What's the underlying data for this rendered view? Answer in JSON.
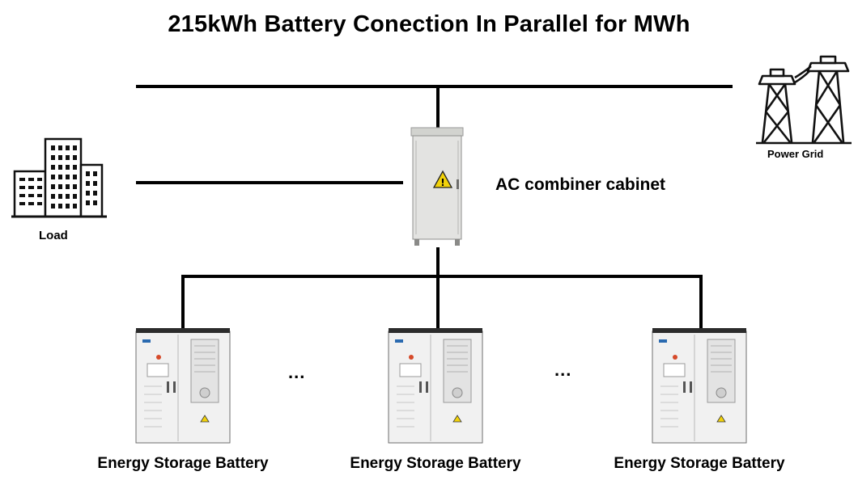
{
  "title": "215kWh Battery Conection In Parallel for MWh",
  "cabinet": {
    "label": "AC combiner cabinet",
    "icon": "ac-combiner-cabinet-icon",
    "body_color": "#e3e3e1",
    "warning_color": "#f2d20a"
  },
  "load": {
    "label": "Load",
    "icon": "building-icon"
  },
  "grid": {
    "label": "Power Grid",
    "icon": "power-tower-icon"
  },
  "batteries": [
    {
      "label": "Energy Storage Battery",
      "icon": "battery-cabinet-icon"
    },
    {
      "label": "Energy Storage Battery",
      "icon": "battery-cabinet-icon"
    },
    {
      "label": "Energy Storage Battery",
      "icon": "battery-cabinet-icon"
    }
  ],
  "ellipsis": [
    "...",
    "..."
  ],
  "colors": {
    "line": "#000000",
    "battery_body": "#f1f1f1",
    "battery_trim": "#2c2c2c"
  }
}
